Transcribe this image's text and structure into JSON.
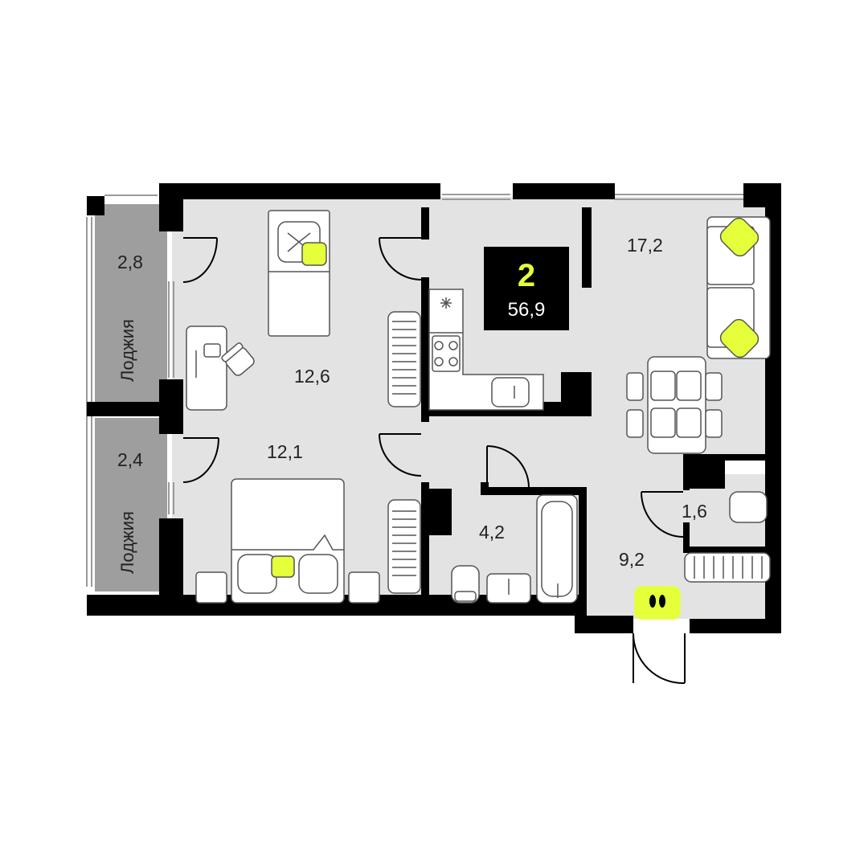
{
  "colors": {
    "floor": "#e3e3e3",
    "loggia": "#9e9e9e",
    "wall": "#000000",
    "accent": "#e5ff3a",
    "furniture_fill": "#ffffff",
    "furniture_stroke": "#555555"
  },
  "summary": {
    "rooms": "2",
    "total_area": "56,9"
  },
  "rooms": [
    {
      "id": "bedroom-1",
      "area": "12,6"
    },
    {
      "id": "bedroom-2",
      "area": "12,1"
    },
    {
      "id": "kitchen-living",
      "area": "17,2"
    },
    {
      "id": "bathroom",
      "area": "4,2"
    },
    {
      "id": "toilet",
      "area": "1,6"
    },
    {
      "id": "hallway",
      "area": "9,2"
    }
  ],
  "loggias": [
    {
      "id": "loggia-1",
      "area": "2,8",
      "label": "Лоджия"
    },
    {
      "id": "loggia-2",
      "area": "2,4",
      "label": "Лоджия"
    }
  ],
  "icons": [
    "pillow-icon",
    "footprints-icon",
    "snowflake-icon",
    "radiator-icon",
    "chair-icon"
  ]
}
